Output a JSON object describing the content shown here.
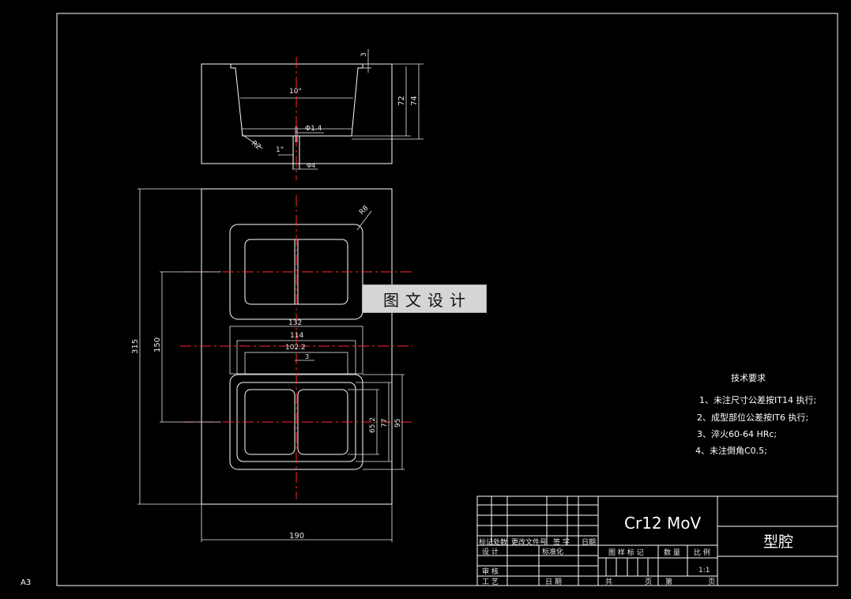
{
  "sheet": {
    "size_label": "A3",
    "colors": {
      "background": "#000000",
      "line": "#ffffff",
      "center_line": "#ff2a2a",
      "watermark_bg": "#d5d5d5"
    }
  },
  "watermark": {
    "text": "图文设计"
  },
  "section_view": {
    "dims": {
      "chamfer": "3",
      "depth_inner": "72",
      "depth_total": "74",
      "draft_angle": "10°",
      "pin_dia": "Φ1.4",
      "hole_angle": "1°",
      "hole_dia": "Φ4",
      "corner_r": "R2"
    }
  },
  "plan_view": {
    "dims": {
      "width_overall": "190",
      "height_overall": "315",
      "pitch": "150",
      "cavity_outer_w": "132",
      "cavity_mid_w": "114",
      "cavity_inner_w": "102.2",
      "gap": "3",
      "corner_r": "R8",
      "cavity_inner_h": "65.2",
      "cavity_mid_h": "77",
      "cavity_outer_h": "95"
    }
  },
  "tech_requirements": {
    "title": "技术要求",
    "items": [
      "1、未注尺寸公差按IT14 执行;",
      "2、成型部位公差按IT6 执行;",
      "3、淬火60-64 HRc;",
      "4、未注倒角C0.5;"
    ]
  },
  "title_block": {
    "material": "Cr12 MoV",
    "part_name": "型腔",
    "row_labels": {
      "mark": "标记",
      "count": "处数",
      "change_doc": "更改文件号",
      "sign": "签 字",
      "date": "日期"
    },
    "left_labels": {
      "design": "设 计",
      "standardize": "标准化",
      "review": "审 核",
      "process": "工 艺",
      "date2": "日 期"
    },
    "mid_headers": {
      "stage_mark": "图 样 标 记",
      "quantity": "数 量",
      "scale": "比 例"
    },
    "scale_value": "1:1",
    "sheet_labels": {
      "total": "共",
      "page1": "页",
      "sheet": "第",
      "page2": "页"
    }
  }
}
